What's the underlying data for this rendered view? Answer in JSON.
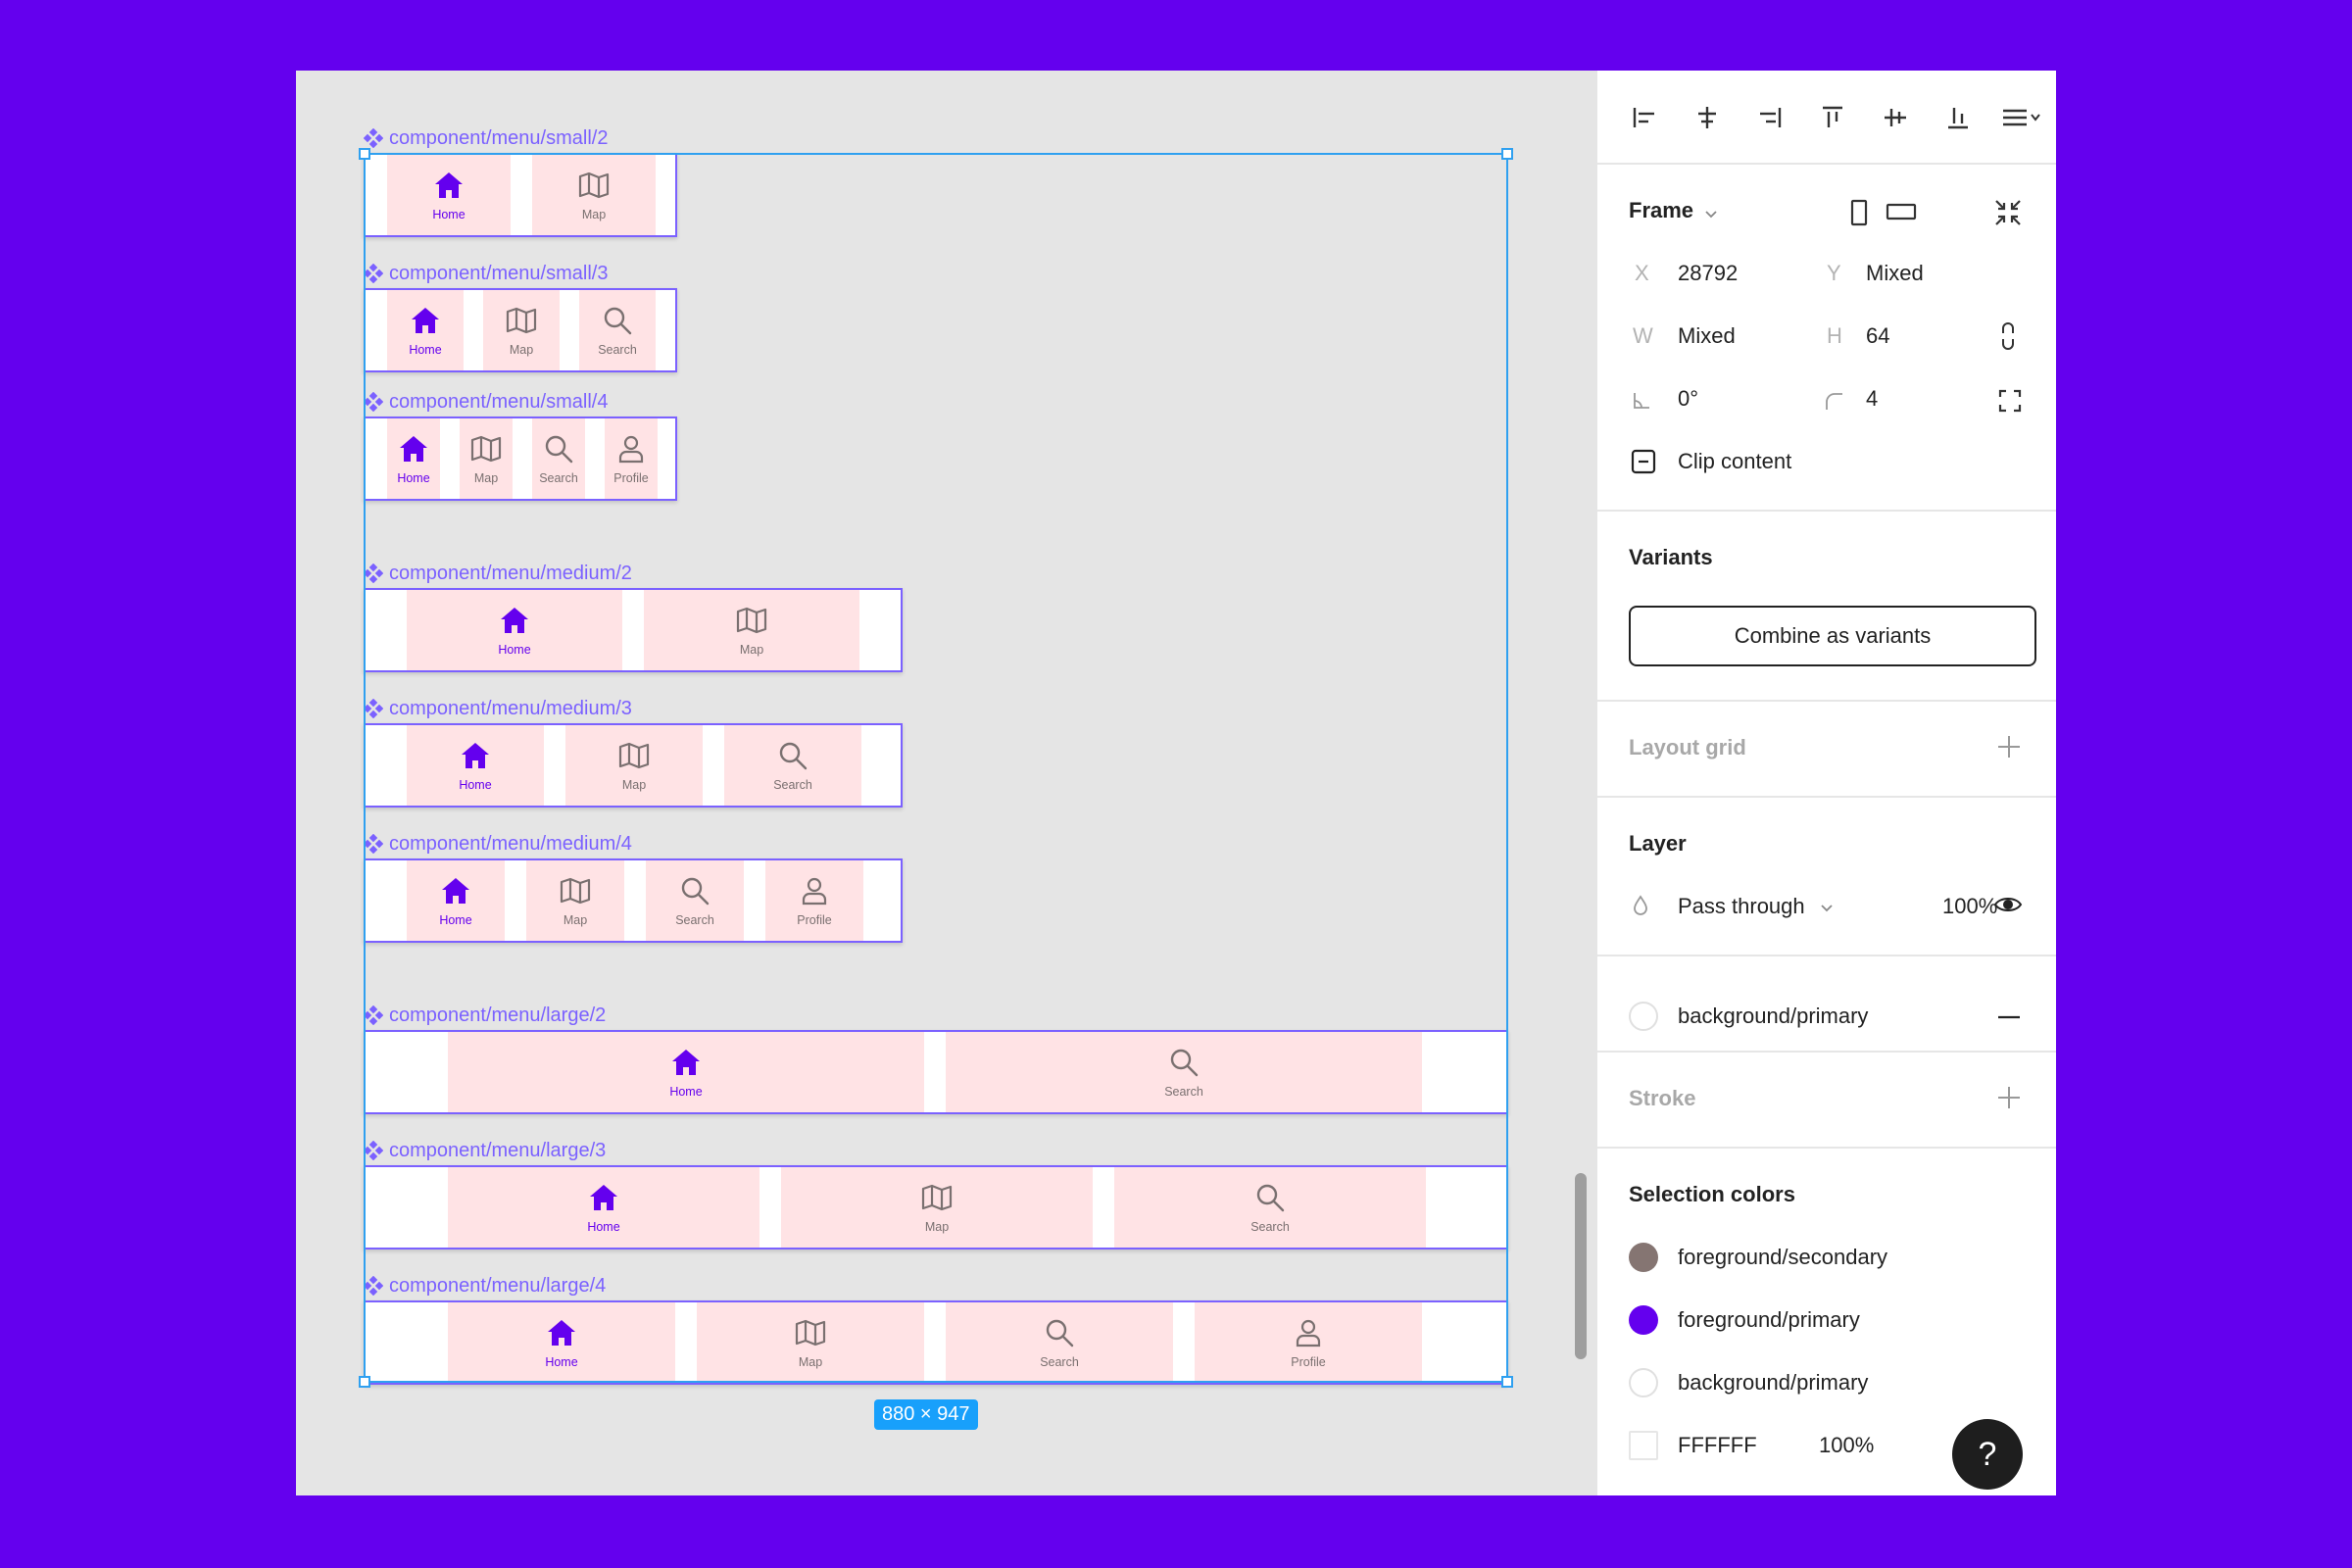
{
  "colors": {
    "background": "#6400EE",
    "canvas": "#E5E5E5",
    "component_label": "#7B61FF",
    "selection": "#2FA0F0",
    "item_bg": "#FFE3E5",
    "primary": "#6400EE",
    "secondary": "#7A7070"
  },
  "canvas": {
    "components": [
      {
        "title": "component/menu/small/2",
        "items": [
          {
            "label": "Home",
            "icon": "home-icon"
          },
          {
            "label": "Map",
            "icon": "map-icon"
          }
        ]
      },
      {
        "title": "component/menu/small/3",
        "items": [
          {
            "label": "Home",
            "icon": "home-icon"
          },
          {
            "label": "Map",
            "icon": "map-icon"
          },
          {
            "label": "Search",
            "icon": "search-icon"
          }
        ]
      },
      {
        "title": "component/menu/small/4",
        "items": [
          {
            "label": "Home",
            "icon": "home-icon"
          },
          {
            "label": "Map",
            "icon": "map-icon"
          },
          {
            "label": "Search",
            "icon": "search-icon"
          },
          {
            "label": "Profile",
            "icon": "profile-icon"
          }
        ]
      },
      {
        "title": "component/menu/medium/2",
        "items": [
          {
            "label": "Home",
            "icon": "home-icon"
          },
          {
            "label": "Map",
            "icon": "map-icon"
          }
        ]
      },
      {
        "title": "component/menu/medium/3",
        "items": [
          {
            "label": "Home",
            "icon": "home-icon"
          },
          {
            "label": "Map",
            "icon": "map-icon"
          },
          {
            "label": "Search",
            "icon": "search-icon"
          }
        ]
      },
      {
        "title": "component/menu/medium/4",
        "items": [
          {
            "label": "Home",
            "icon": "home-icon"
          },
          {
            "label": "Map",
            "icon": "map-icon"
          },
          {
            "label": "Search",
            "icon": "search-icon"
          },
          {
            "label": "Profile",
            "icon": "profile-icon"
          }
        ]
      },
      {
        "title": "component/menu/large/2",
        "items": [
          {
            "label": "Home",
            "icon": "home-icon"
          },
          {
            "label": "Search",
            "icon": "search-icon"
          }
        ]
      },
      {
        "title": "component/menu/large/3",
        "items": [
          {
            "label": "Home",
            "icon": "home-icon"
          },
          {
            "label": "Map",
            "icon": "map-icon"
          },
          {
            "label": "Search",
            "icon": "search-icon"
          }
        ]
      },
      {
        "title": "component/menu/large/4",
        "items": [
          {
            "label": "Home",
            "icon": "home-icon"
          },
          {
            "label": "Map",
            "icon": "map-icon"
          },
          {
            "label": "Search",
            "icon": "search-icon"
          },
          {
            "label": "Profile",
            "icon": "profile-icon"
          }
        ]
      }
    ],
    "selection_size": "880 × 947"
  },
  "panel": {
    "align_tools": [
      "align-left-icon",
      "align-horizontal-center-icon",
      "align-right-icon",
      "align-top-icon",
      "align-vertical-center-icon",
      "align-bottom-icon",
      "distribute-icon"
    ],
    "frame": {
      "title": "Frame",
      "x_label": "X",
      "x_value": "28792",
      "y_label": "Y",
      "y_value": "Mixed",
      "w_label": "W",
      "w_value": "Mixed",
      "h_label": "H",
      "h_value": "64",
      "rotation": "0°",
      "radius": "4",
      "clip_content": "Clip content"
    },
    "variants": {
      "title": "Variants",
      "combine_label": "Combine as variants"
    },
    "layout_grid": {
      "title": "Layout grid"
    },
    "layer": {
      "title": "Layer",
      "blend": "Pass through",
      "opacity": "100%"
    },
    "fill": {
      "name": "background/primary"
    },
    "stroke": {
      "title": "Stroke"
    },
    "selection_colors": {
      "title": "Selection colors",
      "items": [
        {
          "name": "foreground/secondary",
          "color": "#857572"
        },
        {
          "name": "foreground/primary",
          "color": "#6400EE"
        },
        {
          "name": "background/primary",
          "color": "#FFFFFF"
        }
      ],
      "hex_value": "FFFFFF",
      "hex_opacity": "100%"
    },
    "help_label": "?"
  }
}
